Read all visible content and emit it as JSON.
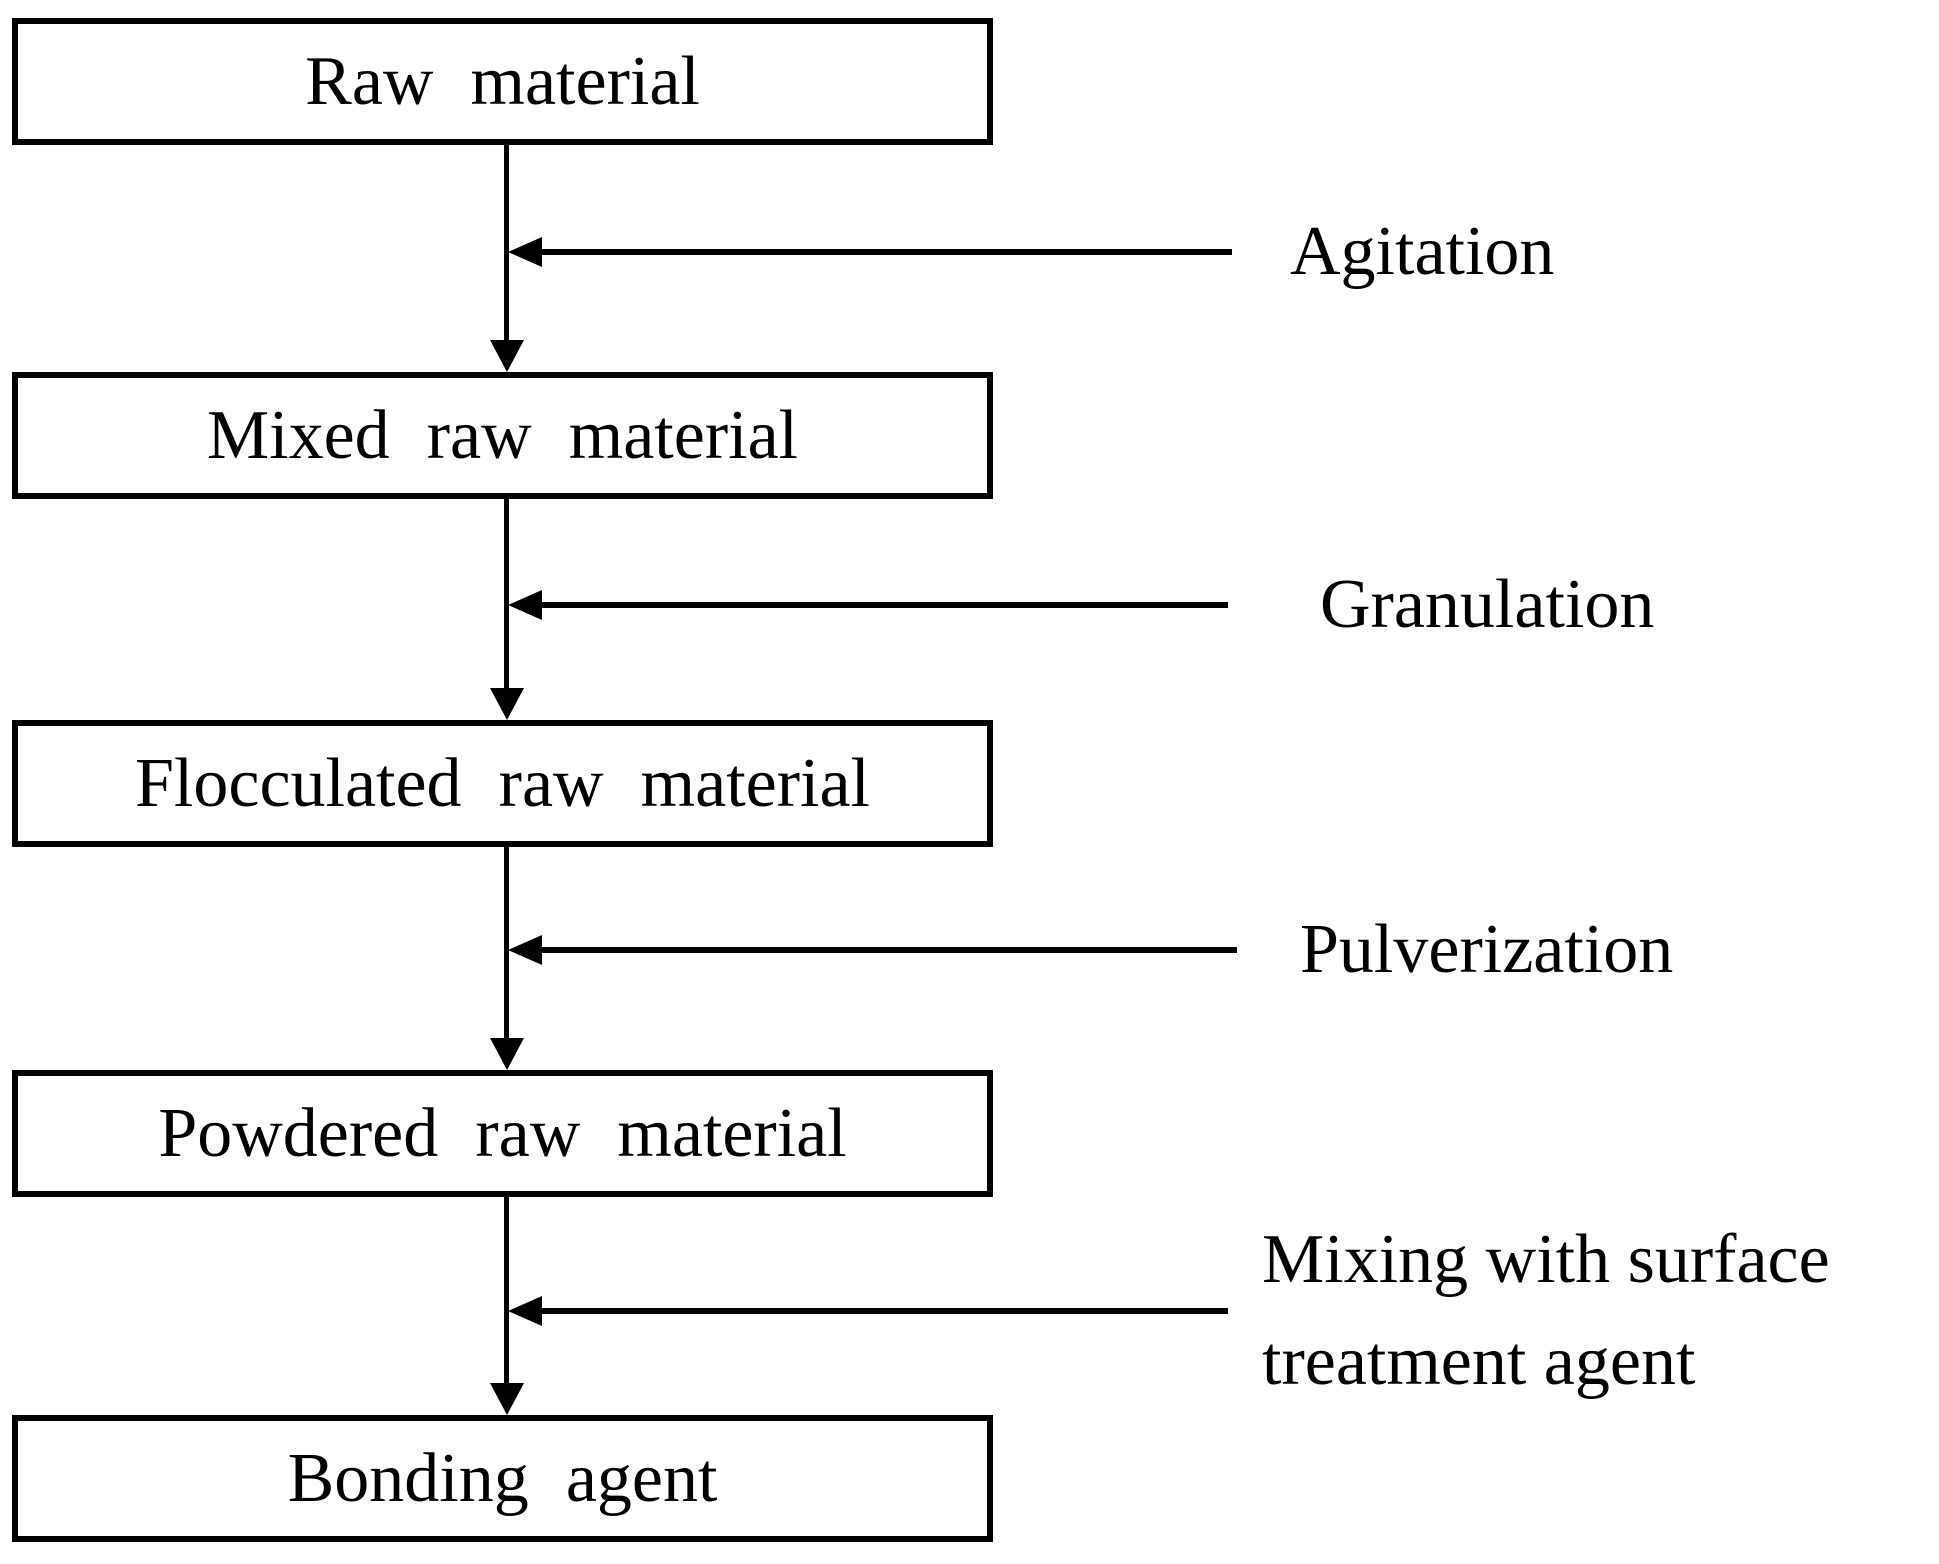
{
  "colors": {
    "background": "#ffffff",
    "line": "#000000",
    "text": "#000000"
  },
  "flow_boxes": [
    {
      "label": "Raw material"
    },
    {
      "label": "Mixed raw material"
    },
    {
      "label": "Flocculated raw material"
    },
    {
      "label": "Powdered raw material"
    },
    {
      "label": "Bonding agent"
    }
  ],
  "process_steps": [
    {
      "label": "Agitation",
      "lines": [
        "Agitation"
      ]
    },
    {
      "label": "Granulation",
      "lines": [
        "Granulation"
      ]
    },
    {
      "label": "Pulverization",
      "lines": [
        "Pulverization"
      ]
    },
    {
      "label": "Mixing with surface treatment agent",
      "lines": [
        "Mixing with surface",
        "treatment agent"
      ]
    }
  ]
}
